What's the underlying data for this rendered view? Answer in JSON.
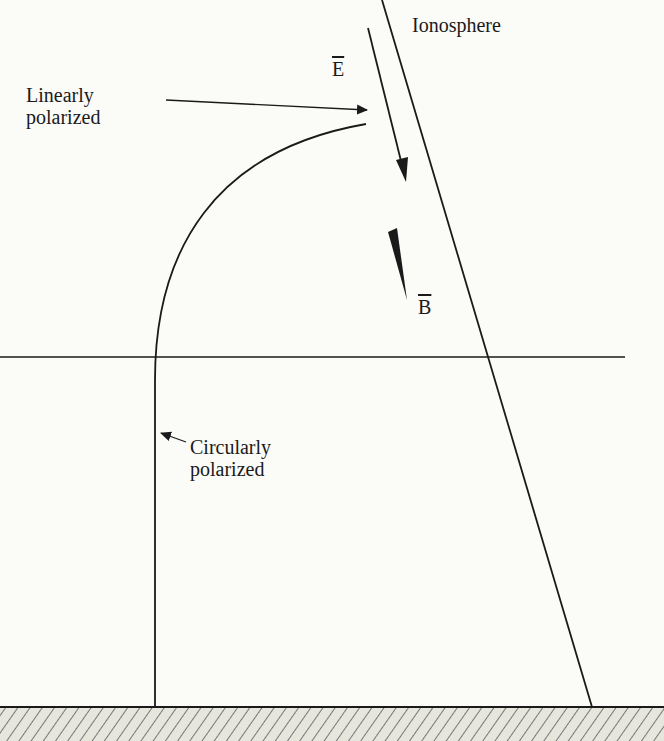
{
  "diagram": {
    "labels": [
      "Ionosphere",
      "E",
      "Linearly polarized",
      "B",
      "Circularly polarized"
    ]
  }
}
